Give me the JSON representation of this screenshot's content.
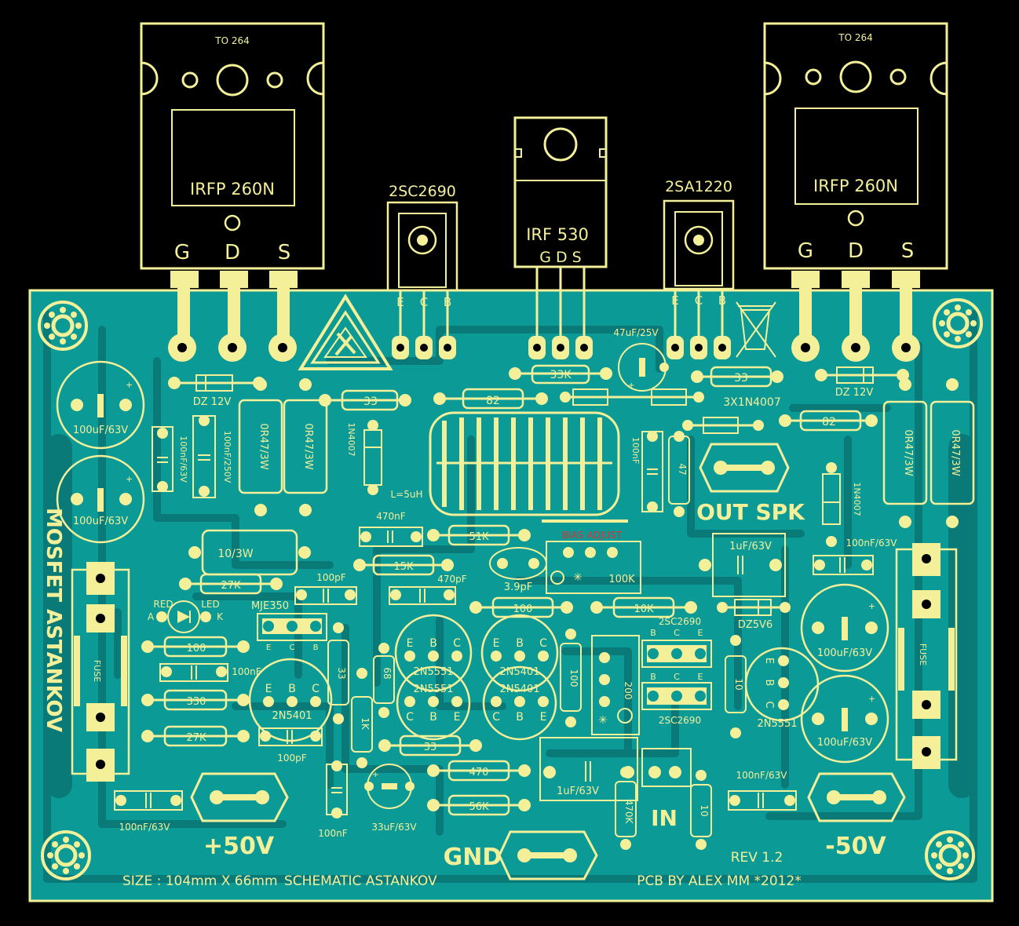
{
  "colors": {
    "background": "#000000",
    "board": "#0b9a96",
    "trace": "#0a7a78",
    "silk": "#f4f09a",
    "pad_hole": "#000000"
  },
  "board_title": "MOSFET ASTANKOV",
  "footer": {
    "size": "SIZE : 104mm X 66mm",
    "schematic": "SCHEMATIC ASTANKOV",
    "rev": "REV 1.2",
    "credit": "PCB BY ALEX MM *2012*"
  },
  "terminals": {
    "pos": "+50V",
    "neg": "-50V",
    "gnd": "GND",
    "input": "IN",
    "output": "OUT SPK"
  },
  "transistors": {
    "left_package": "TO 264",
    "right_package": "TO 264",
    "left_part": "IRFP 260N",
    "right_part": "IRFP 260N",
    "g": "G",
    "d": "D",
    "s": "S",
    "driver_left": "2SC2690",
    "driver_mid": "IRF 530",
    "driver_right": "2SA1220",
    "mid_gds": "G D S",
    "e": "E",
    "c": "C",
    "b": "B",
    "mje": "MJE350",
    "q_2n5401_a": "2N5401",
    "q_2n5551_a": "2N5551",
    "q_2n5551_b": "2N5551",
    "q_2n5401_b": "2N5401",
    "q_2n5401_c": "2N5401",
    "q_2n5551_c": "2N5551",
    "q_2sc_a": "2SC2690",
    "q_2sc_b": "2SC2690"
  },
  "components": {
    "dz_left": "DZ 12V",
    "dz_right": "DZ 12V",
    "r33_a": "33",
    "r33_b": "33",
    "r33_c": "33",
    "r33_d": "33",
    "r82_a": "82",
    "r82_b": "82",
    "r33k": "33K",
    "cap_47u": "47uF/25V",
    "diodes": "3X1N4007",
    "d1n4007_a": "1N4007",
    "d1n4007_b": "1N4007",
    "c100u_1": "100uF/63V",
    "c100u_2": "100uF/63V",
    "c100u_3": "100uF/63V",
    "c100u_4": "100uF/63V",
    "c100n_63_a": "100nF/63V",
    "c100n_250": "100nF/250V",
    "c100n_c": "100nF",
    "c100n_63_b": "100nF/63V",
    "c100n_63_c": "100nF/63V",
    "c100n_63_d": "100nF/63V",
    "r0r47_1": "0R47/3W",
    "r0r47_2": "0R47/3W",
    "r0r47_3": "0R47/3W",
    "r0r47_4": "0R47/3W",
    "inductor": "L=5uH",
    "r47": "47",
    "c470n": "470nF",
    "r51k": "51K",
    "r10_3w": "10/3W",
    "r15k": "15K",
    "c470p": "470pF",
    "r27k_a": "27K",
    "r27k_b": "27K",
    "c100p_a": "100pF",
    "c100p_b": "100pF",
    "c3_9p": "3.9pF",
    "r100_a": "100",
    "r100_b": "100",
    "r100_c": "100",
    "r10k": "10K",
    "pot100k": "100K",
    "bias": "BIAS ADJUST",
    "c1u_a": "1uF/63V",
    "c1u_b": "1uF/63V",
    "dz5v6": "DZ5V6",
    "r330": "330",
    "r68": "68",
    "r1k": "1K",
    "r470_a": "470",
    "r56k": "56K",
    "c33u": "33uF/63V",
    "r470k": "470K",
    "r10_a": "10",
    "r10_b": "10",
    "r200": "200",
    "led": "LED",
    "red": "RED",
    "led_a": "A",
    "led_k": "K",
    "fuse_a": "FUSE",
    "fuse_b": "FUSE",
    "c100n_d": "100nF"
  }
}
